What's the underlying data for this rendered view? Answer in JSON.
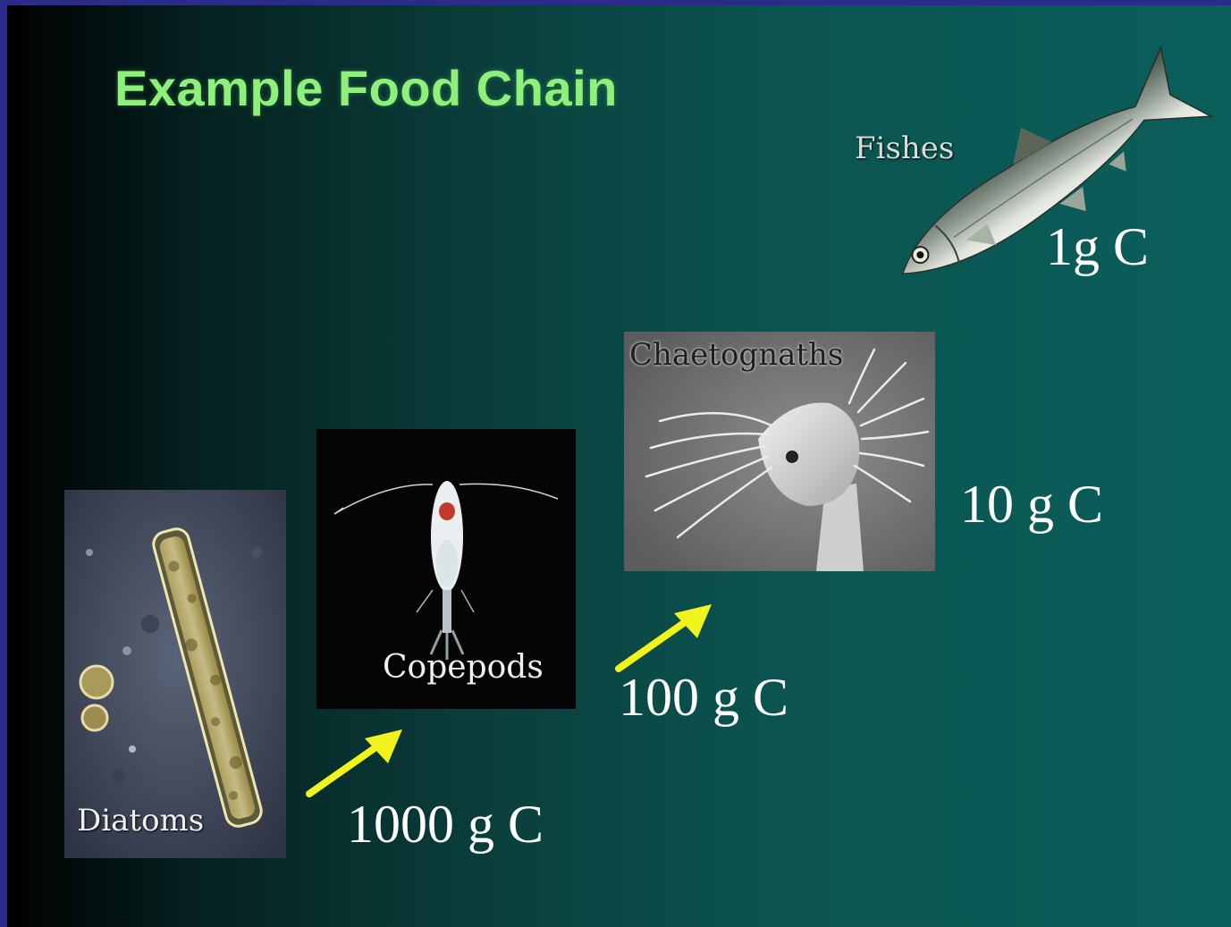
{
  "title": "Example Food Chain",
  "organisms": {
    "diatoms": {
      "label": "Diatoms",
      "mass": "1000 g C"
    },
    "copepods": {
      "label": "Copepods",
      "mass": "100 g C"
    },
    "chaetognaths": {
      "label": "Chaetognaths",
      "mass": "10 g C"
    },
    "fishes": {
      "label": "Fishes",
      "mass": "1g C"
    }
  },
  "colors": {
    "title": "#8ef07a",
    "arrow": "#f2f21c",
    "frame": "#2b2b8a",
    "background_dark": "#000000",
    "background_teal": "#0a5f5b"
  },
  "icons": [
    "diatom-photo",
    "copepod-photo",
    "chaetognath-photo",
    "fish-illustration",
    "arrow-icon"
  ]
}
